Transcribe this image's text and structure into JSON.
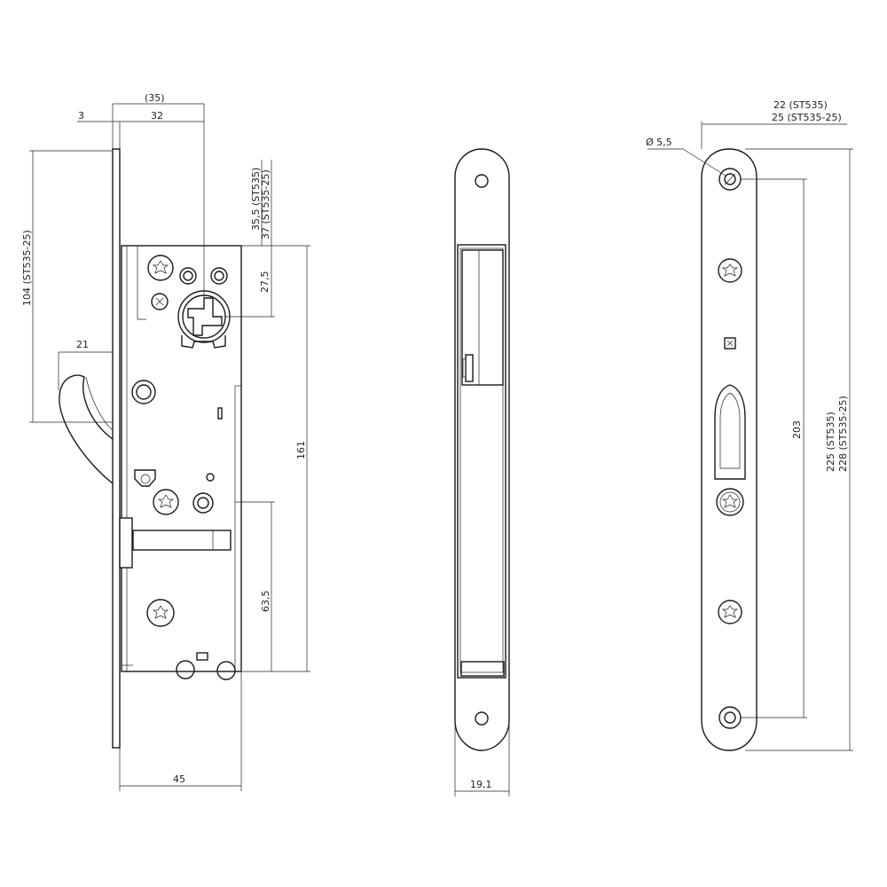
{
  "side_view": {
    "dims": {
      "d35": "(35)",
      "d3": "3",
      "d32": "32",
      "d35_5": "35,5 (ST535)",
      "d37": "37 (ST535-25)",
      "d104": "104 (ST535-25)",
      "d21": "21",
      "d27_5": "27,5",
      "d161": "161",
      "d63_5": "63,5",
      "d45": "45"
    }
  },
  "edge_view": {
    "dims": {
      "d19_1": "19,1"
    }
  },
  "front_view": {
    "dims": {
      "d22": "22 (ST535)",
      "d25": "25 (ST535-25)",
      "hole_dia": "Ø 5,5",
      "d203": "203",
      "d225": "225 (ST535)",
      "d228": "228 (ST535-25)"
    }
  }
}
